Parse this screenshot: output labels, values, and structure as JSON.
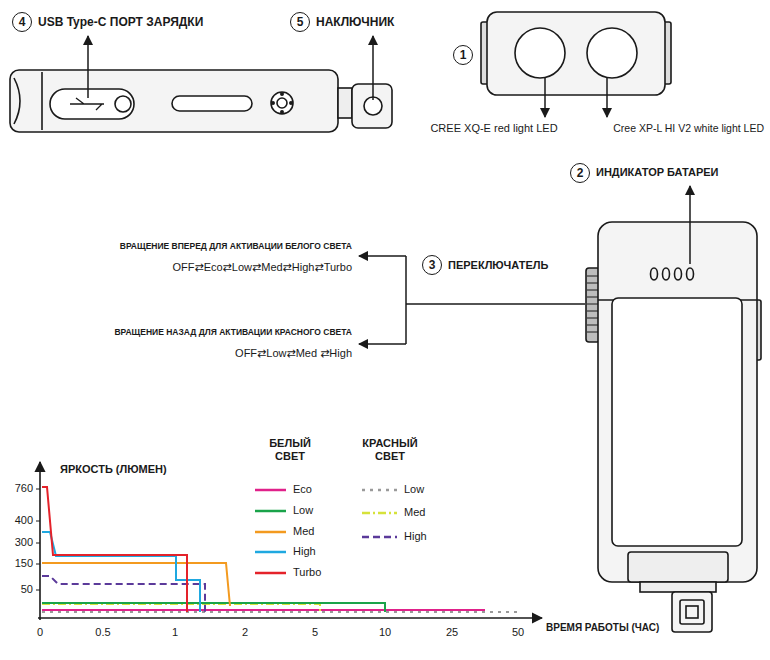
{
  "diagram": {
    "nodes": [
      {
        "text": [
          "4"
        ]
      },
      {
        "text": [
          "5"
        ]
      },
      {
        "text": [
          "1"
        ]
      },
      {
        "text": [
          "2"
        ]
      },
      {
        "text": [
          "3"
        ]
      }
    ],
    "labels": [
      "USB Type-C ПОРТ ЗАРЯДКИ",
      "НАКЛЮЧНИК",
      "CREE XQ-E red light LED",
      "Cree XP-L HI V2 white light LED",
      "ИНДИКАТОР БАТАРЕИ",
      "ПЕРЕКЛЮЧАТЕЛЬ",
      "ВРАЩЕНИЕ ВПЕРЕД ДЛЯ АКТИВАЦИИ БЕЛОГО СВЕТА",
      "OFF⇄Eco⇄Low⇄Med⇄High⇄Turbo",
      "ВРАЩЕНИЕ НАЗАД ДЛЯ АКТИВАЦИИ КРАСНОГО СВЕТА",
      "OFF⇄Low⇄Med ⇄High",
      "ЯРКОСТЬ (ЛЮМЕН)",
      "760",
      "400",
      "300",
      "150",
      "50",
      "0",
      "0.5",
      "1",
      "2",
      "5",
      "10",
      "25",
      "50",
      "ВРЕМЯ РАБОТЫ (ЧАС)",
      "БЕЛЫЙ СВЕТ",
      "КРАСНЫЙ СВЕТ"
    ],
    "legend": [
      {
        "text": "Eco"
      },
      {
        "text": "Low"
      },
      {
        "text": "Med"
      },
      {
        "text": "High"
      },
      {
        "text": "Turbo"
      },
      {
        "text": "Low"
      },
      {
        "text": "Med"
      },
      {
        "text": "High"
      }
    ]
  }
}
